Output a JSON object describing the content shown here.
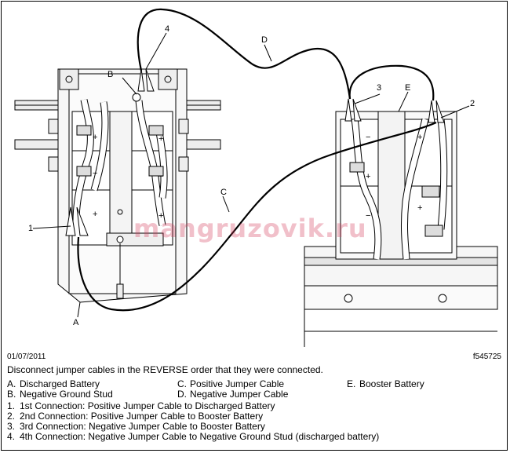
{
  "date": "01/07/2011",
  "figure_id": "f545725",
  "caption": "Disconnect jumper cables in the REVERSE order that they were connected.",
  "legend": [
    {
      "key": "A.",
      "text": "Discharged Battery"
    },
    {
      "key": "B.",
      "text": "Negative Ground Stud"
    },
    {
      "key": "C.",
      "text": "Positive Jumper Cable"
    },
    {
      "key": "D.",
      "text": "Negative Jumper Cable"
    },
    {
      "key": "E.",
      "text": "Booster Battery"
    }
  ],
  "connections": [
    {
      "key": "1.",
      "text": "1st Connection: Positive Jumper Cable to Discharged Battery"
    },
    {
      "key": "2.",
      "text": "2nd Connection: Positive Jumper Cable to Booster Battery"
    },
    {
      "key": "3.",
      "text": "3rd Connection: Negative Jumper Cable to Booster Battery"
    },
    {
      "key": "4.",
      "text": "4th Connection: Negative Jumper Cable to Negative Ground Stud (discharged battery)"
    }
  ],
  "callouts": {
    "A": "A",
    "B": "B",
    "C": "C",
    "D": "D",
    "E": "E",
    "n1": "1",
    "n2": "2",
    "n3": "3",
    "n4": "4"
  },
  "plus_sign": "+",
  "minus_sign": "−",
  "watermark": "mangruzovik.ru"
}
